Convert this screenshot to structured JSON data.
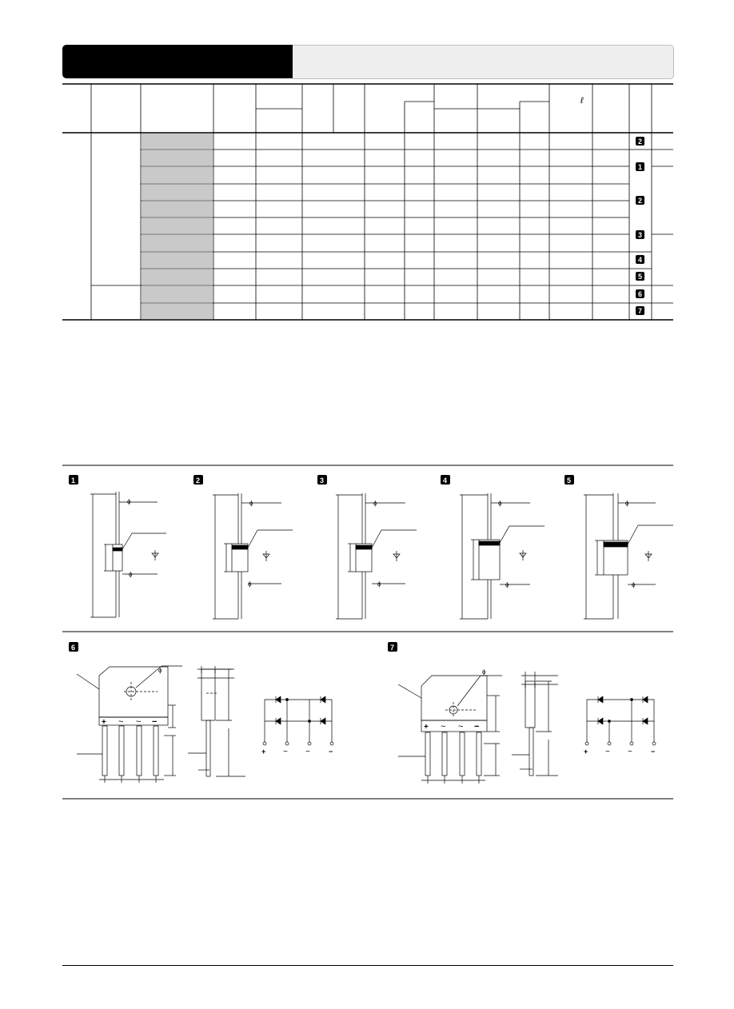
{
  "header": {
    "title": ""
  },
  "table": {
    "header_cells": {
      "length_symbol": "ℓ"
    },
    "row_count": 11,
    "outline_refs": [
      "2",
      "1",
      "2",
      "3",
      "4",
      "5",
      "6",
      "7"
    ]
  },
  "outlines": {
    "labels": [
      "1",
      "2",
      "3",
      "4",
      "5",
      "6",
      "7"
    ],
    "phi_symbol": "ϕ",
    "bridge_pins": [
      "+",
      "~",
      "~",
      "−"
    ]
  }
}
